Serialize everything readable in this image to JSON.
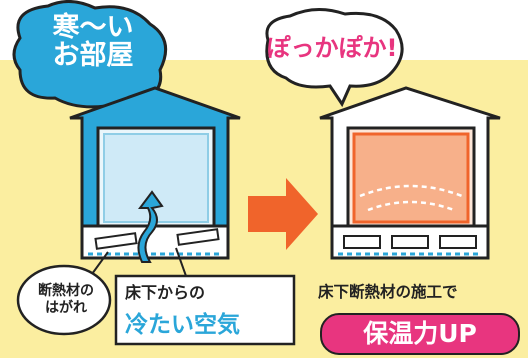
{
  "left_scene": {
    "bubble": "寒〜い\nお部屋",
    "peel_label": "断熱材の\nはがれ",
    "under_floor_label": "床下からの",
    "cold_air_label": "冷たい空気"
  },
  "right_scene": {
    "bubble": "ぽっかぽか!",
    "construction_label": "床下断熱材の施工で",
    "result_badge": "保温力UP"
  },
  "colors": {
    "band": "#fbeea0",
    "cold_blue": "#2aa6d9",
    "cold_room": "#cfeaf7",
    "warm_orange": "#f0642b",
    "warm_room": "#f7b08a",
    "pink": "#e8357f",
    "arrow": "#f0642b"
  }
}
